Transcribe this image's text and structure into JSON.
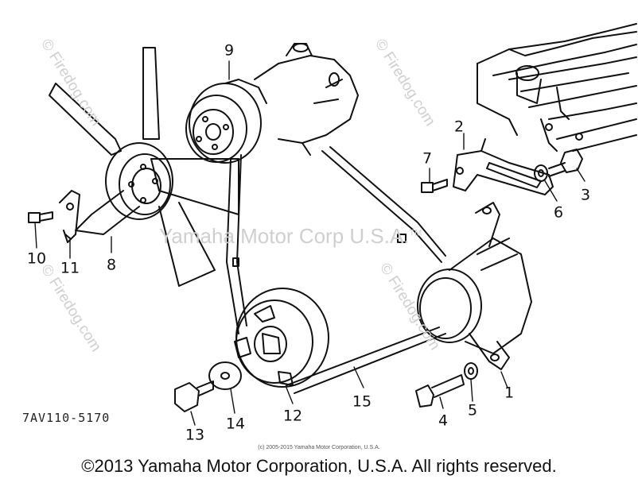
{
  "watermark": {
    "main": "Yamaha Motor Corp U.S.A.",
    "tm": "TM",
    "site": "© Firedog.com"
  },
  "drawing_code": "7AV110-5170",
  "small_copyright": "(c) 2005-2015 Yamaha Motor Corporation, U.S.A.",
  "copyright": "©2013 Yamaha Motor Corporation, U.S.A. All rights reserved.",
  "callouts": {
    "c1": "1",
    "c2": "2",
    "c3": "3",
    "c4": "4",
    "c5": "5",
    "c6": "6",
    "c7": "7",
    "c8": "8",
    "c9": "9",
    "c10": "10",
    "c11": "11",
    "c12": "12",
    "c13": "13",
    "c14": "14",
    "c15": "15"
  },
  "colors": {
    "ink": "#111111",
    "watermark": "#cfcfcf",
    "background": "#ffffff"
  }
}
